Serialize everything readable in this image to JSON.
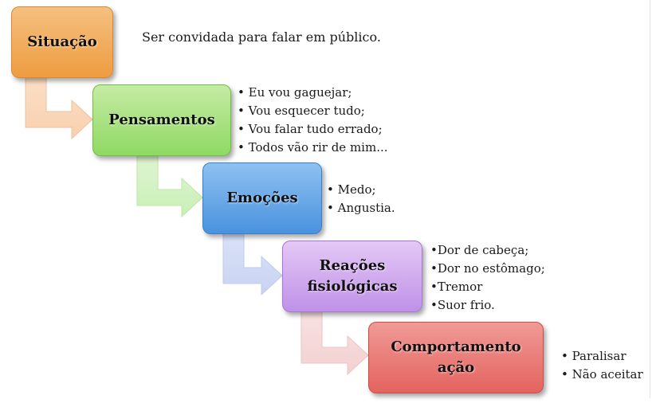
{
  "situation": {
    "label": "Situação",
    "description": "Ser convidada para falar em público."
  },
  "thoughts": {
    "label": "Pensamentos",
    "items": [
      "• Eu vou gaguejar;",
      "• Vou esquecer tudo;",
      "• Vou falar tudo errado;",
      "• Todos vão rir de mim..."
    ]
  },
  "emotions": {
    "label": "Emoções",
    "items": [
      "• Medo;",
      "• Angustia."
    ]
  },
  "physiological": {
    "label_line1": "Reações",
    "label_line2": "fisiológicas",
    "items": [
      "•Dor de cabeça;",
      "•Dor no estômago;",
      "•Tremor",
      "•Suor frio."
    ]
  },
  "behavior": {
    "label_line1": "Comportamento",
    "label_line2": "ação",
    "items": [
      "• Paralisar",
      "• Não aceitar"
    ]
  },
  "colors": {
    "situation": "#ee9c40",
    "thoughts": "#90d964",
    "emotions": "#4a92de",
    "physiological": "#bf91e8",
    "behavior": "#e4635f"
  }
}
